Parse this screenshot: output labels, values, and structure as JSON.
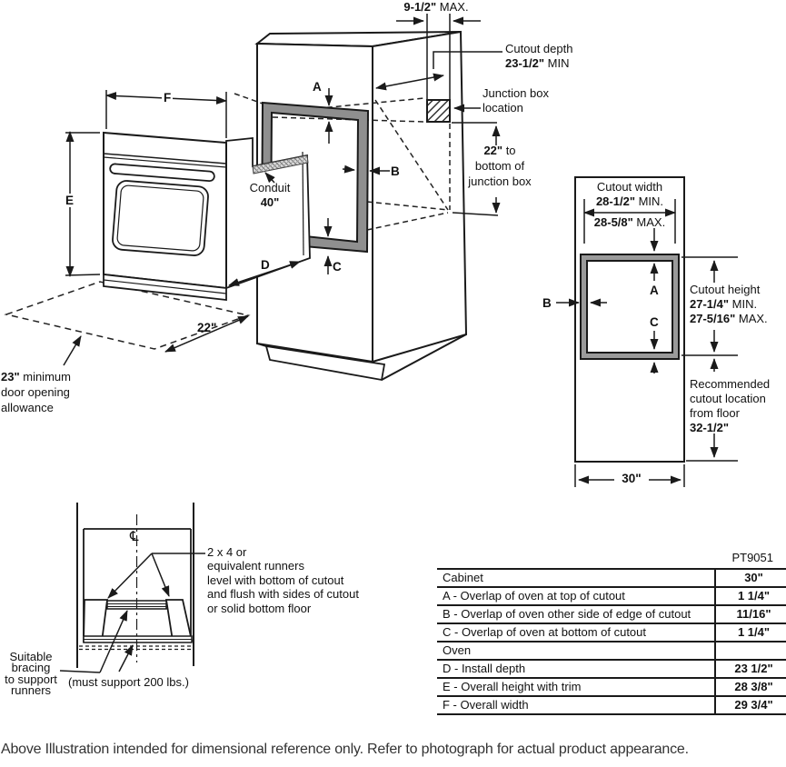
{
  "top_dim": {
    "value": "9-1/2\"",
    "unit": " MAX."
  },
  "cutout_depth": {
    "title": "Cutout depth",
    "value": "23-1/2\"",
    "unit": " MIN"
  },
  "junction_box": {
    "line1": "Junction box",
    "line2": "location"
  },
  "jbox_dim": {
    "value": "22\"",
    "after": " to",
    "line2": "bottom of",
    "line3": "junction box"
  },
  "conduit": {
    "title": "Conduit",
    "value": "40\""
  },
  "door_dim": "22\"",
  "door_allowance": {
    "value": "23\"",
    "after": " minimum",
    "line2": "door opening",
    "line3": "allowance"
  },
  "dim_letters": {
    "a": "A",
    "b": "B",
    "c": "C",
    "d": "D",
    "e": "E",
    "f": "F"
  },
  "cutout_view": {
    "width_title": "Cutout width",
    "width_min": {
      "value": "28-1/2\"",
      "unit": " MIN."
    },
    "width_max": {
      "value": "28-5/8\"",
      "unit": " MAX."
    },
    "height_title": "Cutout height",
    "height_min": {
      "value": "27-1/4\"",
      "unit": " MIN."
    },
    "height_max": {
      "value": "27-5/16\"",
      "unit": " MAX."
    },
    "floor_note": {
      "line1": "Recommended",
      "line2": "cutout location",
      "line3": "from floor",
      "value": "32-1/2\""
    },
    "base_width": "30\"",
    "a": "A",
    "b": "B",
    "c": "C"
  },
  "bracing": {
    "centerline": "℄",
    "runners_note": [
      "2 x 4 or",
      "equivalent runners",
      "level with bottom of cutout",
      "and flush with sides of cutout",
      "or solid bottom floor"
    ],
    "support_label": [
      "Suitable",
      "bracing",
      "to support",
      "runners"
    ],
    "load_note": "(must support 200 lbs.)"
  },
  "spec_table": {
    "model": "PT9051",
    "rows": [
      {
        "label": "Cabinet",
        "value": "30\""
      },
      {
        "label": "A - Overlap of oven at top of cutout",
        "value": "1 1/4\""
      },
      {
        "label": "B - Overlap of oven other side of edge of cutout",
        "value": "11/16\""
      },
      {
        "label": "C - Overlap of oven at bottom of cutout",
        "value": "1 1/4\""
      },
      {
        "label": "Oven",
        "value": ""
      },
      {
        "label": "D - Install depth",
        "value": "23 1/2\""
      },
      {
        "label": "E - Overall height with trim",
        "value": "28 3/8\""
      },
      {
        "label": "F - Overall width",
        "value": "29 3/4\""
      }
    ]
  },
  "footer": "Above Illustration intended for dimensional reference only. Refer to photograph for actual product appearance."
}
